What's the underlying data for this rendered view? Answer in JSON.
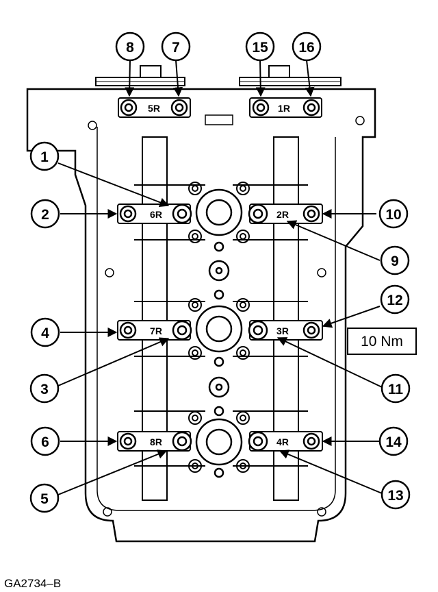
{
  "torque_spec": "10 Nm",
  "figure_id": "GA2734–B",
  "bearing_caps": [
    "5R",
    "1R",
    "6R",
    "2R",
    "7R",
    "3R",
    "8R",
    "4R"
  ],
  "bolt_callouts": [
    "1",
    "2",
    "3",
    "4",
    "5",
    "6",
    "7",
    "8",
    "9",
    "10",
    "11",
    "12",
    "13",
    "14",
    "15",
    "16"
  ]
}
